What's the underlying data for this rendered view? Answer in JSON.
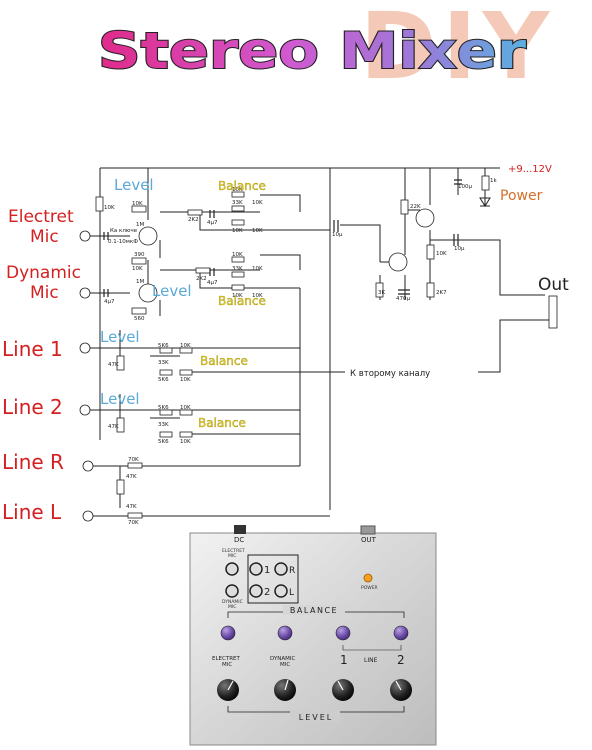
{
  "title": {
    "main": "Stereo Mixer",
    "overlay": "DIY"
  },
  "inputs": {
    "electret": "Electret\nMic",
    "dynamic": "Dynamic\nMic",
    "line1": "Line 1",
    "line2": "Line 2",
    "lineR": "Line R",
    "lineL": "Line L"
  },
  "labels": {
    "level": "Level",
    "balance": "Balance",
    "power": "Power",
    "supply": "+9...12V",
    "out": "Out",
    "to_second_channel": "К второму каналу"
  },
  "components": {
    "r10k": "10K",
    "r2k2": "2K2",
    "c4u7": "4μ7",
    "r33k": "33K",
    "r1m": "1M",
    "r390": "390",
    "r560": "560",
    "r5k6": "5K6",
    "r47k": "47K",
    "c10u": "10μ",
    "r22k": "22K",
    "c100u": "100μ",
    "r1k": "1k",
    "r3k": "3K",
    "c470u": "470μ",
    "r2k7": "2K7",
    "r70k": "70K",
    "electret_note": "Ка ключе",
    "ratio_note": "0.1-10мкФ"
  },
  "panel": {
    "dc": "DC",
    "out": "OUT",
    "electret_mic": "ELECTRET\nMIC",
    "dynamic_mic": "DYNAMIC\nMIC",
    "jack_1": "1",
    "jack_2": "2",
    "jack_r": "R",
    "jack_l": "L",
    "power": "POWER",
    "balance": "BALANCE",
    "level": "LEVEL",
    "knob_electret": "ELECTRET\nMIC",
    "knob_dynamic": "DYNAMIC\nMIC",
    "knob_1": "1",
    "knob_line": "LINE",
    "knob_2": "2"
  },
  "colors": {
    "input_red": "#d42020",
    "level_blue": "#5aa9d6",
    "balance_yellow": "#e8d21e",
    "power_orange": "#d2702a",
    "led_orange": "#f4a020",
    "knob_purple": "#7b5fb0"
  }
}
